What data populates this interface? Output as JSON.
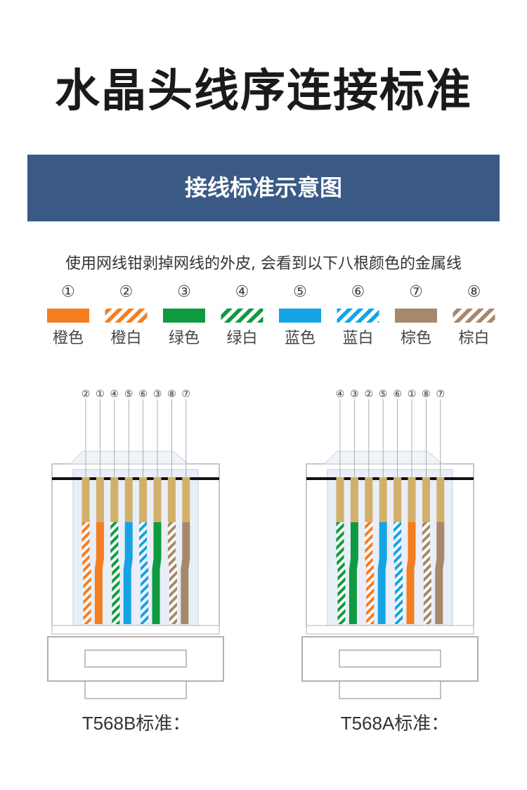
{
  "title": "水晶头线序连接标准",
  "banner": "接线标准示意图",
  "description": "使用网线钳剥掉网线的外皮, 会看到以下八根颜色的金属线",
  "wires": [
    {
      "num": "①",
      "name": "橙色",
      "color": "#f57e20",
      "striped": false
    },
    {
      "num": "②",
      "name": "橙白",
      "color": "#f57e20",
      "striped": true
    },
    {
      "num": "③",
      "name": "绿色",
      "color": "#0f9a3f",
      "striped": false
    },
    {
      "num": "④",
      "name": "绿白",
      "color": "#0f9a3f",
      "striped": true
    },
    {
      "num": "⑤",
      "name": "蓝色",
      "color": "#14a4e6",
      "striped": false
    },
    {
      "num": "⑥",
      "name": "蓝白",
      "color": "#14a4e6",
      "striped": true
    },
    {
      "num": "⑦",
      "name": "棕色",
      "color": "#a5896a",
      "striped": false
    },
    {
      "num": "⑧",
      "name": "棕白",
      "color": "#a5896a",
      "striped": true
    }
  ],
  "connectors": [
    {
      "caption": "T568A标准：",
      "order": [
        "④",
        "③",
        "②",
        "⑤",
        "⑥",
        "①",
        "⑧",
        "⑦"
      ]
    },
    {
      "caption": "T568B标准：",
      "order": [
        "②",
        "①",
        "④",
        "⑤",
        "⑥",
        "③",
        "⑧",
        "⑦"
      ]
    }
  ],
  "colors": {
    "banner": "#3a5a85",
    "gold": "#d2b06a",
    "frame": "#aaaaaa",
    "glass": "#e8eef8"
  }
}
